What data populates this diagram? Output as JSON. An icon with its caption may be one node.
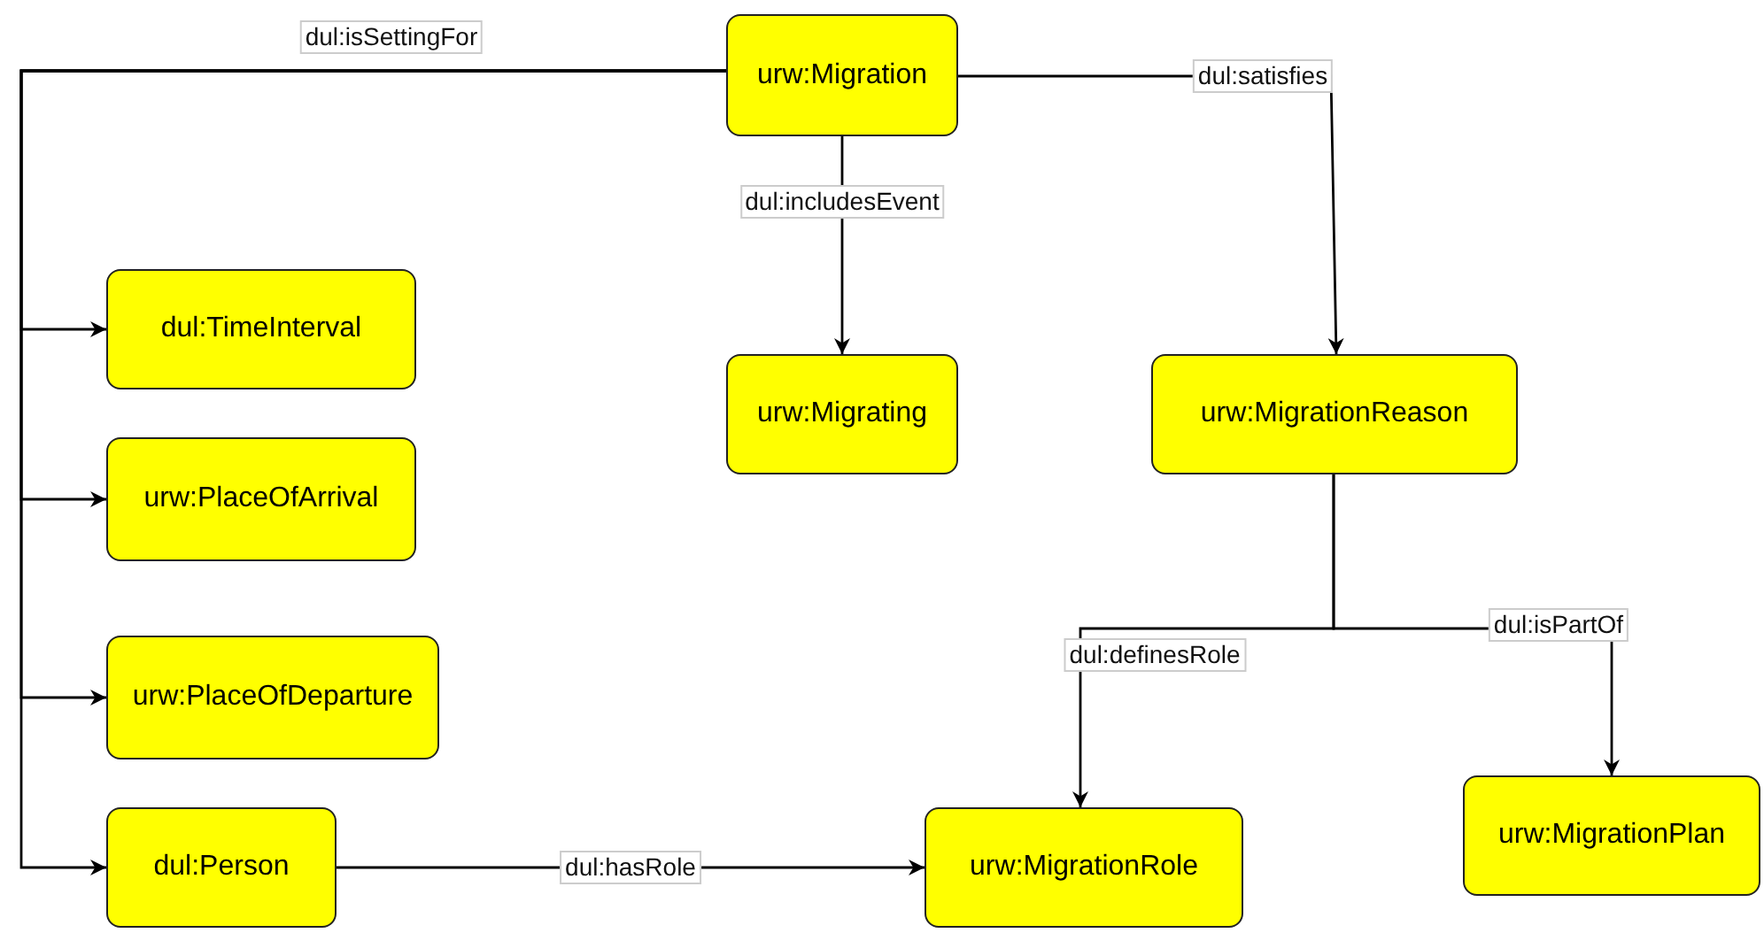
{
  "diagram": {
    "nodes": [
      {
        "text": [
          "urw:Migration"
        ]
      },
      {
        "text": [
          "dul:TimeInterval"
        ]
      },
      {
        "text": [
          "urw:PlaceOfArrival"
        ]
      },
      {
        "text": [
          "urw:PlaceOfDeparture"
        ]
      },
      {
        "text": [
          "dul:Person"
        ]
      },
      {
        "text": [
          "urw:Migrating"
        ]
      },
      {
        "text": [
          "urw:MigrationReason"
        ]
      },
      {
        "text": [
          "urw:MigrationRole"
        ]
      },
      {
        "text": [
          "urw:MigrationPlan"
        ]
      }
    ],
    "edges": [
      {
        "from": 0,
        "to": 1,
        "arrow": "to",
        "label": "dul:isSettingFor"
      },
      {
        "from": 0,
        "to": 2,
        "arrow": "to"
      },
      {
        "from": 0,
        "to": 3,
        "arrow": "to"
      },
      {
        "from": 0,
        "to": 4,
        "arrow": "to"
      },
      {
        "from": 0,
        "to": 5,
        "arrow": "to",
        "label": "dul:includesEvent"
      },
      {
        "from": 0,
        "to": 6,
        "arrow": "to",
        "label": "dul:satisfies"
      },
      {
        "from": 6,
        "to": 7,
        "arrow": "to",
        "label": "dul:definesRole"
      },
      {
        "from": 6,
        "to": 8,
        "arrow": "to",
        "label": "dul:isPartOf"
      },
      {
        "from": 4,
        "to": 7,
        "arrow": "to",
        "label": "dul:hasRole"
      }
    ]
  }
}
